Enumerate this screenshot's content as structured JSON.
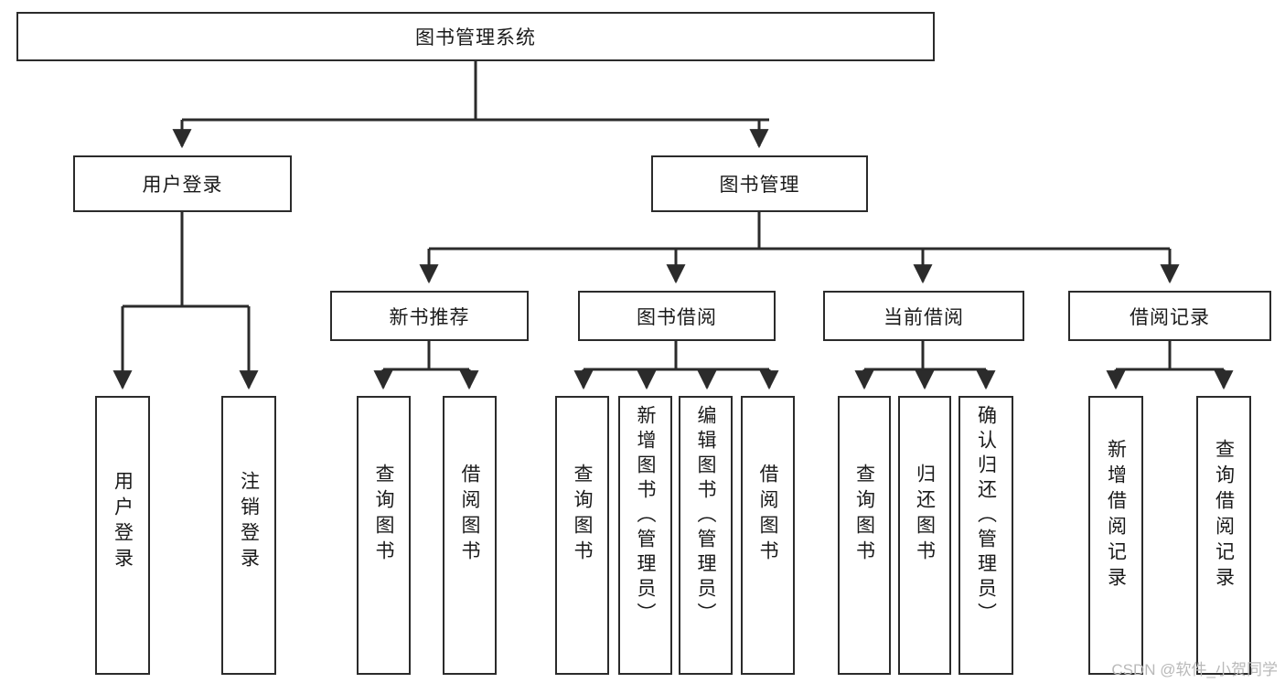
{
  "diagram": {
    "type": "tree-hierarchy",
    "title": "图书管理系统",
    "root": {
      "label": "图书管理系统"
    },
    "level2": [
      {
        "label": "用户登录"
      },
      {
        "label": "图书管理"
      }
    ],
    "level3": [
      {
        "label": "新书推荐"
      },
      {
        "label": "图书借阅"
      },
      {
        "label": "当前借阅"
      },
      {
        "label": "借阅记录"
      }
    ],
    "leaves": {
      "user_login": [
        {
          "label": "用户登录"
        },
        {
          "label": "注销登录"
        }
      ],
      "new_book_recommend": [
        {
          "label": "查询图书"
        },
        {
          "label": "借阅图书"
        }
      ],
      "book_borrow": [
        {
          "label": "查询图书"
        },
        {
          "label": "新增图书（管理员）"
        },
        {
          "label": "编辑图书（管理员）"
        },
        {
          "label": "借阅图书"
        }
      ],
      "current_borrow": [
        {
          "label": "查询图书"
        },
        {
          "label": "归还图书"
        },
        {
          "label": "确认归还（管理员）"
        }
      ],
      "borrow_record": [
        {
          "label": "新增借阅记录"
        },
        {
          "label": "查询借阅记录"
        }
      ]
    }
  },
  "watermark": {
    "text": "CSDN @软件_小贺同学"
  },
  "colors": {
    "box_border": "#2b2b2b",
    "box_fill": "#ffffff",
    "line": "#2b2b2b",
    "text": "#1a1a1a",
    "watermark": "#b9b9b9",
    "background": "#ffffff"
  }
}
